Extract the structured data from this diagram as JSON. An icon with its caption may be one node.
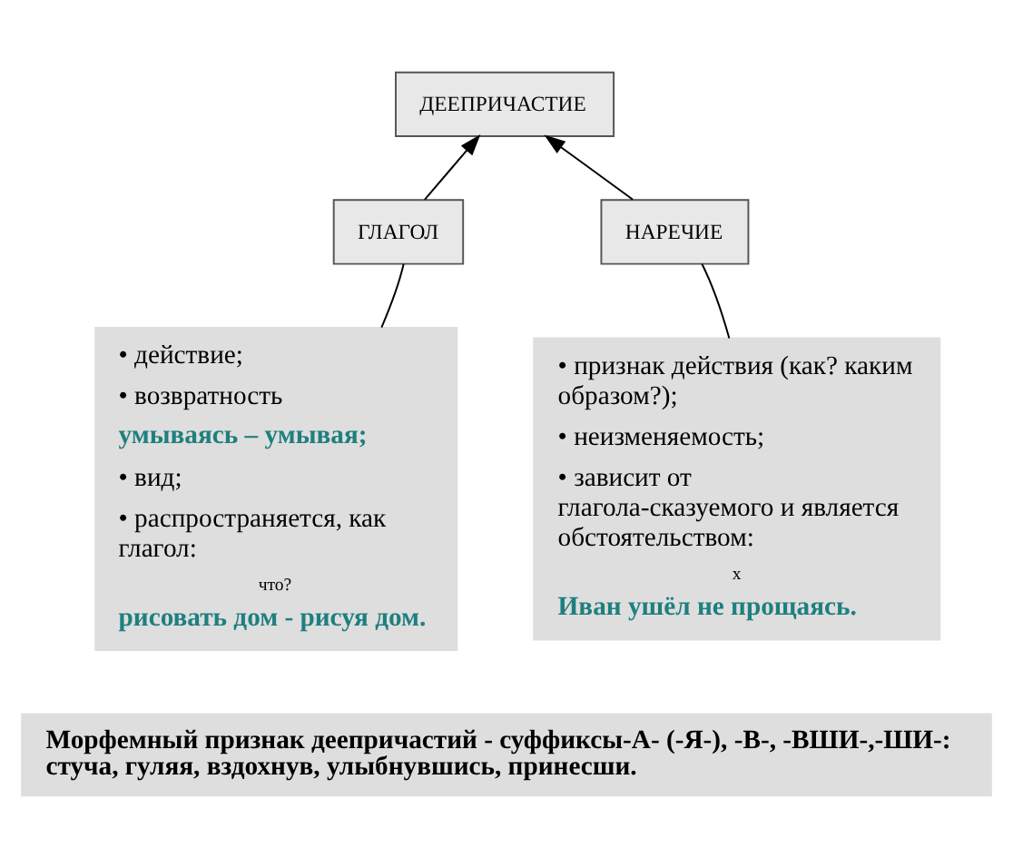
{
  "diagram": {
    "nodes": [
      {
        "text": [
          "ДЕЕПРИЧАСТИЕ"
        ]
      },
      {
        "text": [
          "ГЛАГОЛ"
        ]
      },
      {
        "text": [
          "НАРЕЧИЕ"
        ]
      },
      {
        "text": [
          "• действие;",
          "• возвратность",
          "умываясь – умывая;",
          "• вид;",
          "• распространяется, как глагол:",
          "что?",
          "рисовать дом - рисуя дом."
        ]
      },
      {
        "text": [
          "• признак действия (как? каким образом?);",
          "• неизменяемость;",
          "• зависит от глагола-сказуемого и является обстоятельством:",
          "х",
          "Иван ушёл не прощаясь."
        ]
      },
      {
        "text": [
          "Морфемный признак деепричастий - суффиксы-А- (-Я-), -В-, -ВШИ-,-ШИ-: стуча, гуляя, вздохнув, улыбнувшись, принесши."
        ]
      }
    ],
    "edges": [
      {
        "from": 1,
        "to": 0,
        "arrow": "to"
      },
      {
        "from": 2,
        "to": 0,
        "arrow": "to"
      },
      {
        "from": 1,
        "to": 3,
        "arrow": "none"
      },
      {
        "from": 2,
        "to": 4,
        "arrow": "none"
      }
    ]
  }
}
